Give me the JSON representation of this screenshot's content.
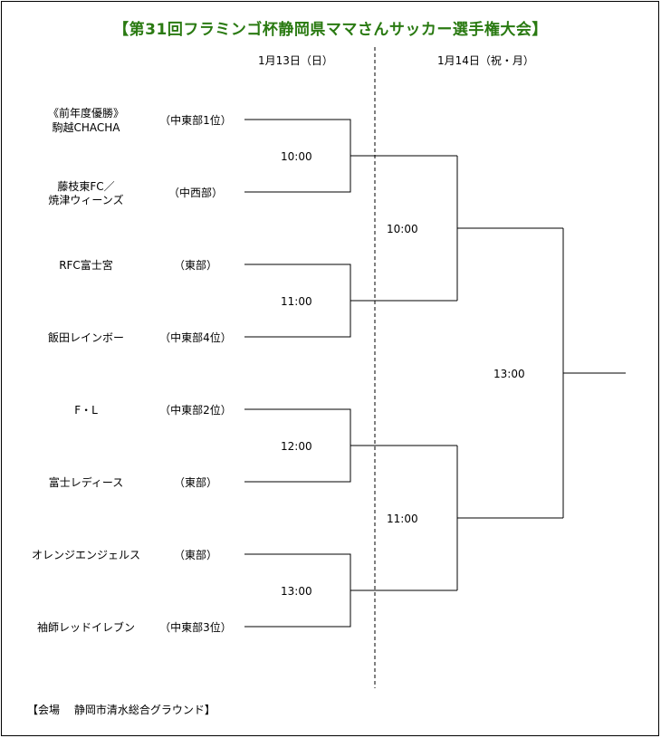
{
  "title": "【第31回フラミンゴ杯静岡県ママさんサッカー選手権大会】",
  "dates": {
    "day1": "1月13日（日）",
    "day2": "1月14日（祝・月）"
  },
  "teams": [
    {
      "name_line1": "《前年度優勝》",
      "name_line2": "駒越CHACHA",
      "seed": "（中東部1位）"
    },
    {
      "name_line1": "藤枝東FC／",
      "name_line2": "焼津ウィーンズ",
      "seed": "（中西部）"
    },
    {
      "name_line1": "RFC富士宮",
      "name_line2": "",
      "seed": "（東部）"
    },
    {
      "name_line1": "飯田レインボー",
      "name_line2": "",
      "seed": "（中東部4位）"
    },
    {
      "name_line1": "F・L",
      "name_line2": "",
      "seed": "（中東部2位）"
    },
    {
      "name_line1": "富士レディース",
      "name_line2": "",
      "seed": "（東部）"
    },
    {
      "name_line1": "オレンジエンジェルス",
      "name_line2": "",
      "seed": "（東部）"
    },
    {
      "name_line1": "袖師レッドイレブン",
      "name_line2": "",
      "seed": "（中東部3位）"
    }
  ],
  "round1_times": [
    "10:00",
    "11:00",
    "12:00",
    "13:00"
  ],
  "round2_times": [
    "10:00",
    "11:00"
  ],
  "final_time": "13:00",
  "venue": "【会場　 静岡市清水総合グラウンド】",
  "colors": {
    "title": "#2a7a12",
    "lines": "#000000"
  }
}
